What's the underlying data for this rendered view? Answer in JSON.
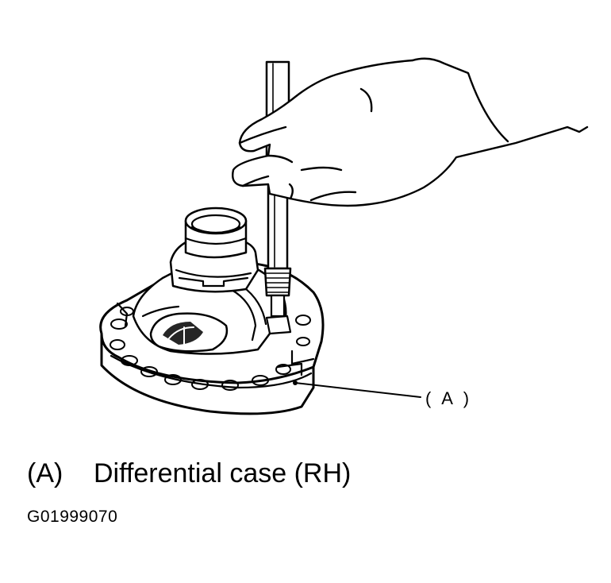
{
  "callout": {
    "label": "( A )"
  },
  "legend": {
    "key": "(A)",
    "description": "Differential case (RH)"
  },
  "figure": {
    "id": "G01999070"
  }
}
